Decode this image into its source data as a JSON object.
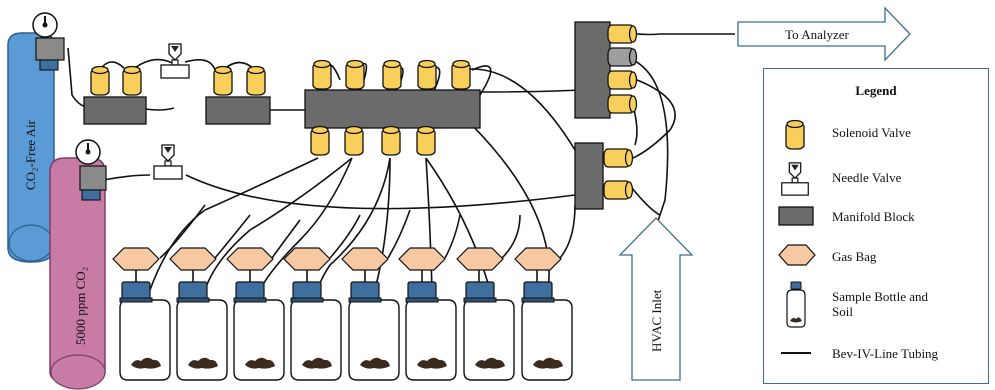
{
  "tanks": {
    "co2_free": "CO₂-Free Air",
    "co2_5000": "5000 ppm CO₂"
  },
  "arrows": {
    "to_analyzer": "To Analyzer",
    "hvac_inlet": "HVAC Inlet"
  },
  "legend": {
    "title": "Legend",
    "items": [
      {
        "label": "Solenoid Valve",
        "icon": "solenoid-valve-icon"
      },
      {
        "label": "Needle Valve",
        "icon": "needle-valve-icon"
      },
      {
        "label": "Manifold Block",
        "icon": "manifold-block-icon"
      },
      {
        "label": "Gas Bag",
        "icon": "gas-bag-icon"
      },
      {
        "label": "Sample Bottle and Soil",
        "icon": "sample-bottle-icon"
      },
      {
        "label": "Bev-IV-Line Tubing",
        "icon": "tubing-icon"
      }
    ]
  },
  "colors": {
    "solenoid": "#f7cf5a",
    "manifold": "#6b6b6b",
    "gas_bag": "#f7c9a3",
    "cap": "#3e6f9e",
    "tank_blue": "#5b9bd5",
    "tank_pink": "#c77ba5",
    "soil": "#3b2a1e"
  }
}
